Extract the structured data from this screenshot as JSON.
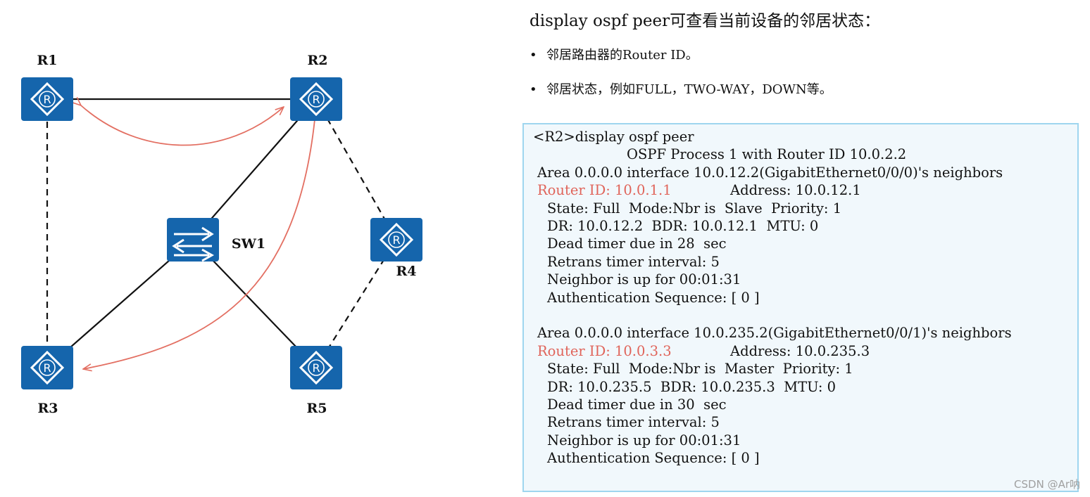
{
  "topology": {
    "nodes": [
      {
        "id": "R1",
        "label": "R1",
        "kind": "router-icon"
      },
      {
        "id": "R2",
        "label": "R2",
        "kind": "router-icon"
      },
      {
        "id": "R3",
        "label": "R3",
        "kind": "router-icon"
      },
      {
        "id": "R4",
        "label": "R4",
        "kind": "router-icon"
      },
      {
        "id": "R5",
        "label": "R5",
        "kind": "router-icon"
      },
      {
        "id": "SW1",
        "label": "SW1",
        "kind": "switch-icon"
      }
    ],
    "links": [
      {
        "from": "R1",
        "to": "R2",
        "style": "solid"
      },
      {
        "from": "R1",
        "to": "R3",
        "style": "dashed"
      },
      {
        "from": "R2",
        "to": "SW1",
        "style": "solid"
      },
      {
        "from": "R2",
        "to": "R4",
        "style": "dashed"
      },
      {
        "from": "SW1",
        "to": "R3",
        "style": "solid"
      },
      {
        "from": "SW1",
        "to": "R5",
        "style": "solid"
      },
      {
        "from": "R4",
        "to": "R5",
        "style": "dashed"
      }
    ],
    "adjacency_arrows": [
      {
        "between": [
          "R1",
          "R2"
        ]
      },
      {
        "between": [
          "R2",
          "R3"
        ]
      }
    ],
    "colors": {
      "device": "#1565ac",
      "arrow": "#e36f62",
      "link": "#111111"
    }
  },
  "heading": "display ospf peer可查看当前设备的邻居状态：",
  "bullets": [
    {
      "dot": "•",
      "text": "邻居路由器的Router ID。"
    },
    {
      "dot": "•",
      "text": "邻居状态，例如FULL，TWO-WAY，DOWN等。"
    }
  ],
  "cli": {
    "lines": [
      {
        "text": "<R2>display ospf peer",
        "indent": 0
      },
      {
        "text": "OSPF Process 1 with Router ID 10.0.2.2",
        "indent": 5
      },
      {
        "text": "Area 0.0.0.0 interface 10.0.12.2(GigabitEthernet0/0/0)'s neighbors",
        "indent": 0.3
      },
      {
        "router_id": "Router ID: 10.0.1.1",
        "address": "Address: 10.0.12.1",
        "indent": 0.3
      },
      {
        "text": "State: Full  Mode:Nbr is  Slave  Priority: 1",
        "indent": 1
      },
      {
        "text": "DR: 10.0.12.2  BDR: 10.0.12.1  MTU: 0",
        "indent": 1
      },
      {
        "text": "Dead timer due in 28  sec",
        "indent": 1
      },
      {
        "text": "Retrans timer interval: 5",
        "indent": 1
      },
      {
        "text": "Neighbor is up for 00:01:31",
        "indent": 1
      },
      {
        "text": "Authentication Sequence: [ 0 ]",
        "indent": 1
      },
      {
        "text": "",
        "indent": 0
      },
      {
        "text": "Area 0.0.0.0 interface 10.0.235.2(GigabitEthernet0/0/1)'s neighbors",
        "indent": 0.3
      },
      {
        "router_id": "Router ID: 10.0.3.3",
        "address": "Address: 10.0.235.3",
        "indent": 0.3
      },
      {
        "text": "State: Full  Mode:Nbr is  Master  Priority: 1",
        "indent": 1
      },
      {
        "text": "DR: 10.0.235.5  BDR: 10.0.235.3  MTU: 0",
        "indent": 1
      },
      {
        "text": "Dead timer due in 30  sec",
        "indent": 1
      },
      {
        "text": "Retrans timer interval: 5",
        "indent": 1
      },
      {
        "text": "Neighbor is up for 00:01:31",
        "indent": 1
      },
      {
        "text": "Authentication Sequence: [ 0 ]",
        "indent": 1
      }
    ],
    "highlight_color": "#e0645a"
  },
  "watermark": "CSDN @Ar呐"
}
